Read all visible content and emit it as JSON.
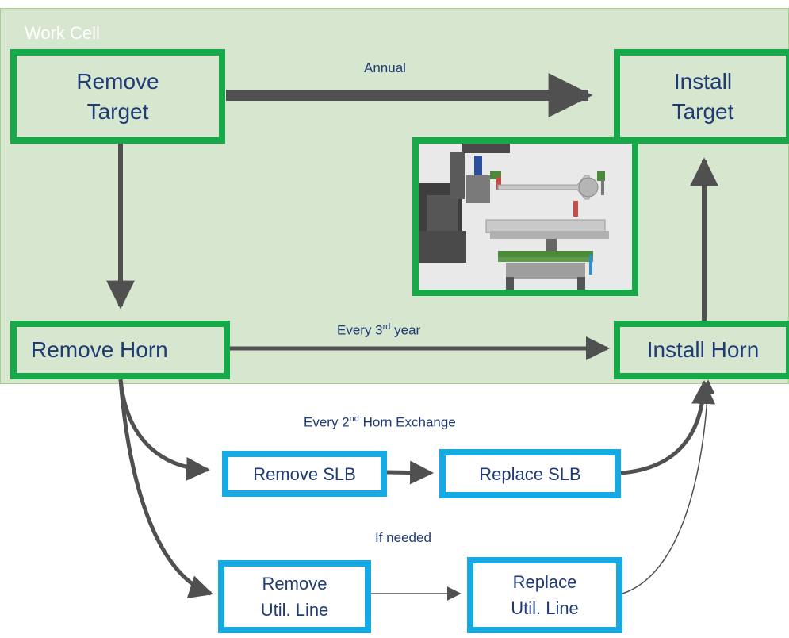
{
  "work_cell": {
    "title": "Work Cell"
  },
  "nodes": {
    "remove_target": "Remove\nTarget",
    "install_target": "Install\nTarget",
    "remove_horn": "Remove Horn",
    "install_horn": "Install Horn",
    "remove_slb": "Remove SLB",
    "replace_slb": "Replace SLB",
    "remove_util_line": "Remove\nUtil. Line",
    "replace_util_line": "Replace\nUtil. Line"
  },
  "labels": {
    "annual": "Annual",
    "every3_pre": "Every 3",
    "every3_sup": "rd",
    "every3_post": " year",
    "every2_pre": "Every 2",
    "every2_sup": "nd",
    "every2_post": " Horn Exchange",
    "if_needed": "If needed"
  },
  "colors": {
    "work_cell_fill": "#d7e6cf",
    "green_border": "#17a84a",
    "blue_border": "#16a9e2",
    "text": "#1f3b75",
    "arrow": "#505050"
  },
  "image": {
    "icon": "target-horn-assembly-render"
  }
}
